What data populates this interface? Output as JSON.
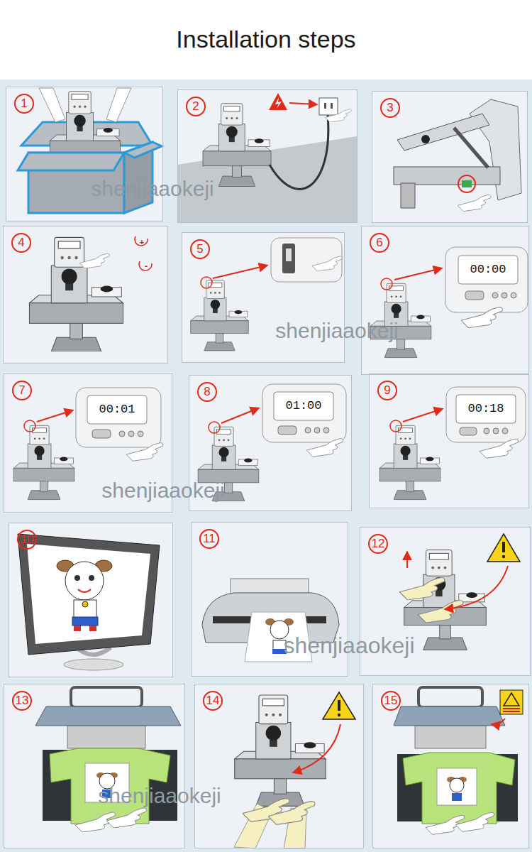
{
  "diagram": {
    "title": "Installation steps",
    "nodes": [
      {
        "text": [
          "1"
        ]
      },
      {
        "text": [
          "2"
        ]
      },
      {
        "text": [
          "3"
        ]
      },
      {
        "text": [
          "4"
        ]
      },
      {
        "text": [
          "5"
        ]
      },
      {
        "text": [
          "6"
        ]
      },
      {
        "text": [
          "7"
        ]
      },
      {
        "text": [
          "8"
        ]
      },
      {
        "text": [
          "9"
        ]
      },
      {
        "text": [
          "10"
        ]
      },
      {
        "text": [
          "11"
        ]
      },
      {
        "text": [
          "12"
        ]
      },
      {
        "text": [
          "13"
        ]
      },
      {
        "text": [
          "14"
        ]
      },
      {
        "text": [
          "15"
        ]
      }
    ],
    "labels": [
      "shenjiaaokeji",
      "+",
      "-",
      "00:00",
      "shenjiaaokeji",
      "00:01",
      "01:00",
      "00:18",
      "shenjiaaokeji",
      "shenjiaaokeji",
      "shenjiaaokeji"
    ]
  }
}
